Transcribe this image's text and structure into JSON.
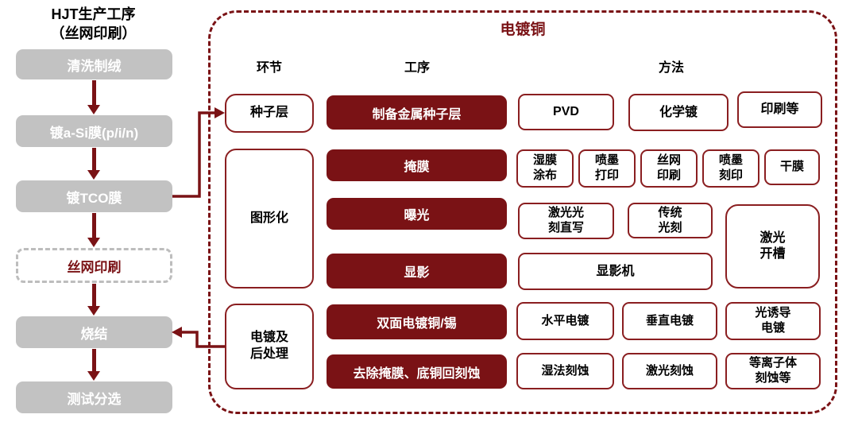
{
  "left_flow": {
    "title_line1": "HJT生产工序",
    "title_line2": "（丝网印刷）",
    "steps": [
      "清洗制绒",
      "镀a-Si膜(p/i/n)",
      "镀TCO膜",
      "丝网印刷",
      "烧结",
      "测试分选"
    ]
  },
  "panel": {
    "title": "电镀铜",
    "headers": {
      "stage": "环节",
      "process": "工序",
      "method": "方法"
    },
    "stages": [
      "种子层",
      "图形化",
      "电镀及\n后处理"
    ],
    "processes": [
      "制备金属种子层",
      "掩膜",
      "曝光",
      "显影",
      "双面电镀铜/锡",
      "去除掩膜、底铜回刻蚀"
    ],
    "methods": [
      [
        "PVD",
        "化学镀",
        "印刷等"
      ],
      [
        "湿膜\n涂布",
        "喷墨\n打印",
        "丝网\n印刷",
        "喷墨\n刻印",
        "干膜"
      ],
      [
        "激光光\n刻直写",
        "传统\n光刻",
        "激光\n开槽"
      ],
      [
        "显影机"
      ],
      [
        "水平电镀",
        "垂直电镀",
        "光诱导\n电镀"
      ],
      [
        "湿法刻蚀",
        "激光刻蚀",
        "等离子体\n刻蚀等"
      ]
    ]
  },
  "colors": {
    "maroon_fill": "#7a1215",
    "maroon_border": "#8a1e20",
    "gray_box": "#c2c2c2",
    "gray_dashed_border": "#bdbdbd",
    "text_black": "#000000",
    "text_white": "#ffffff"
  }
}
